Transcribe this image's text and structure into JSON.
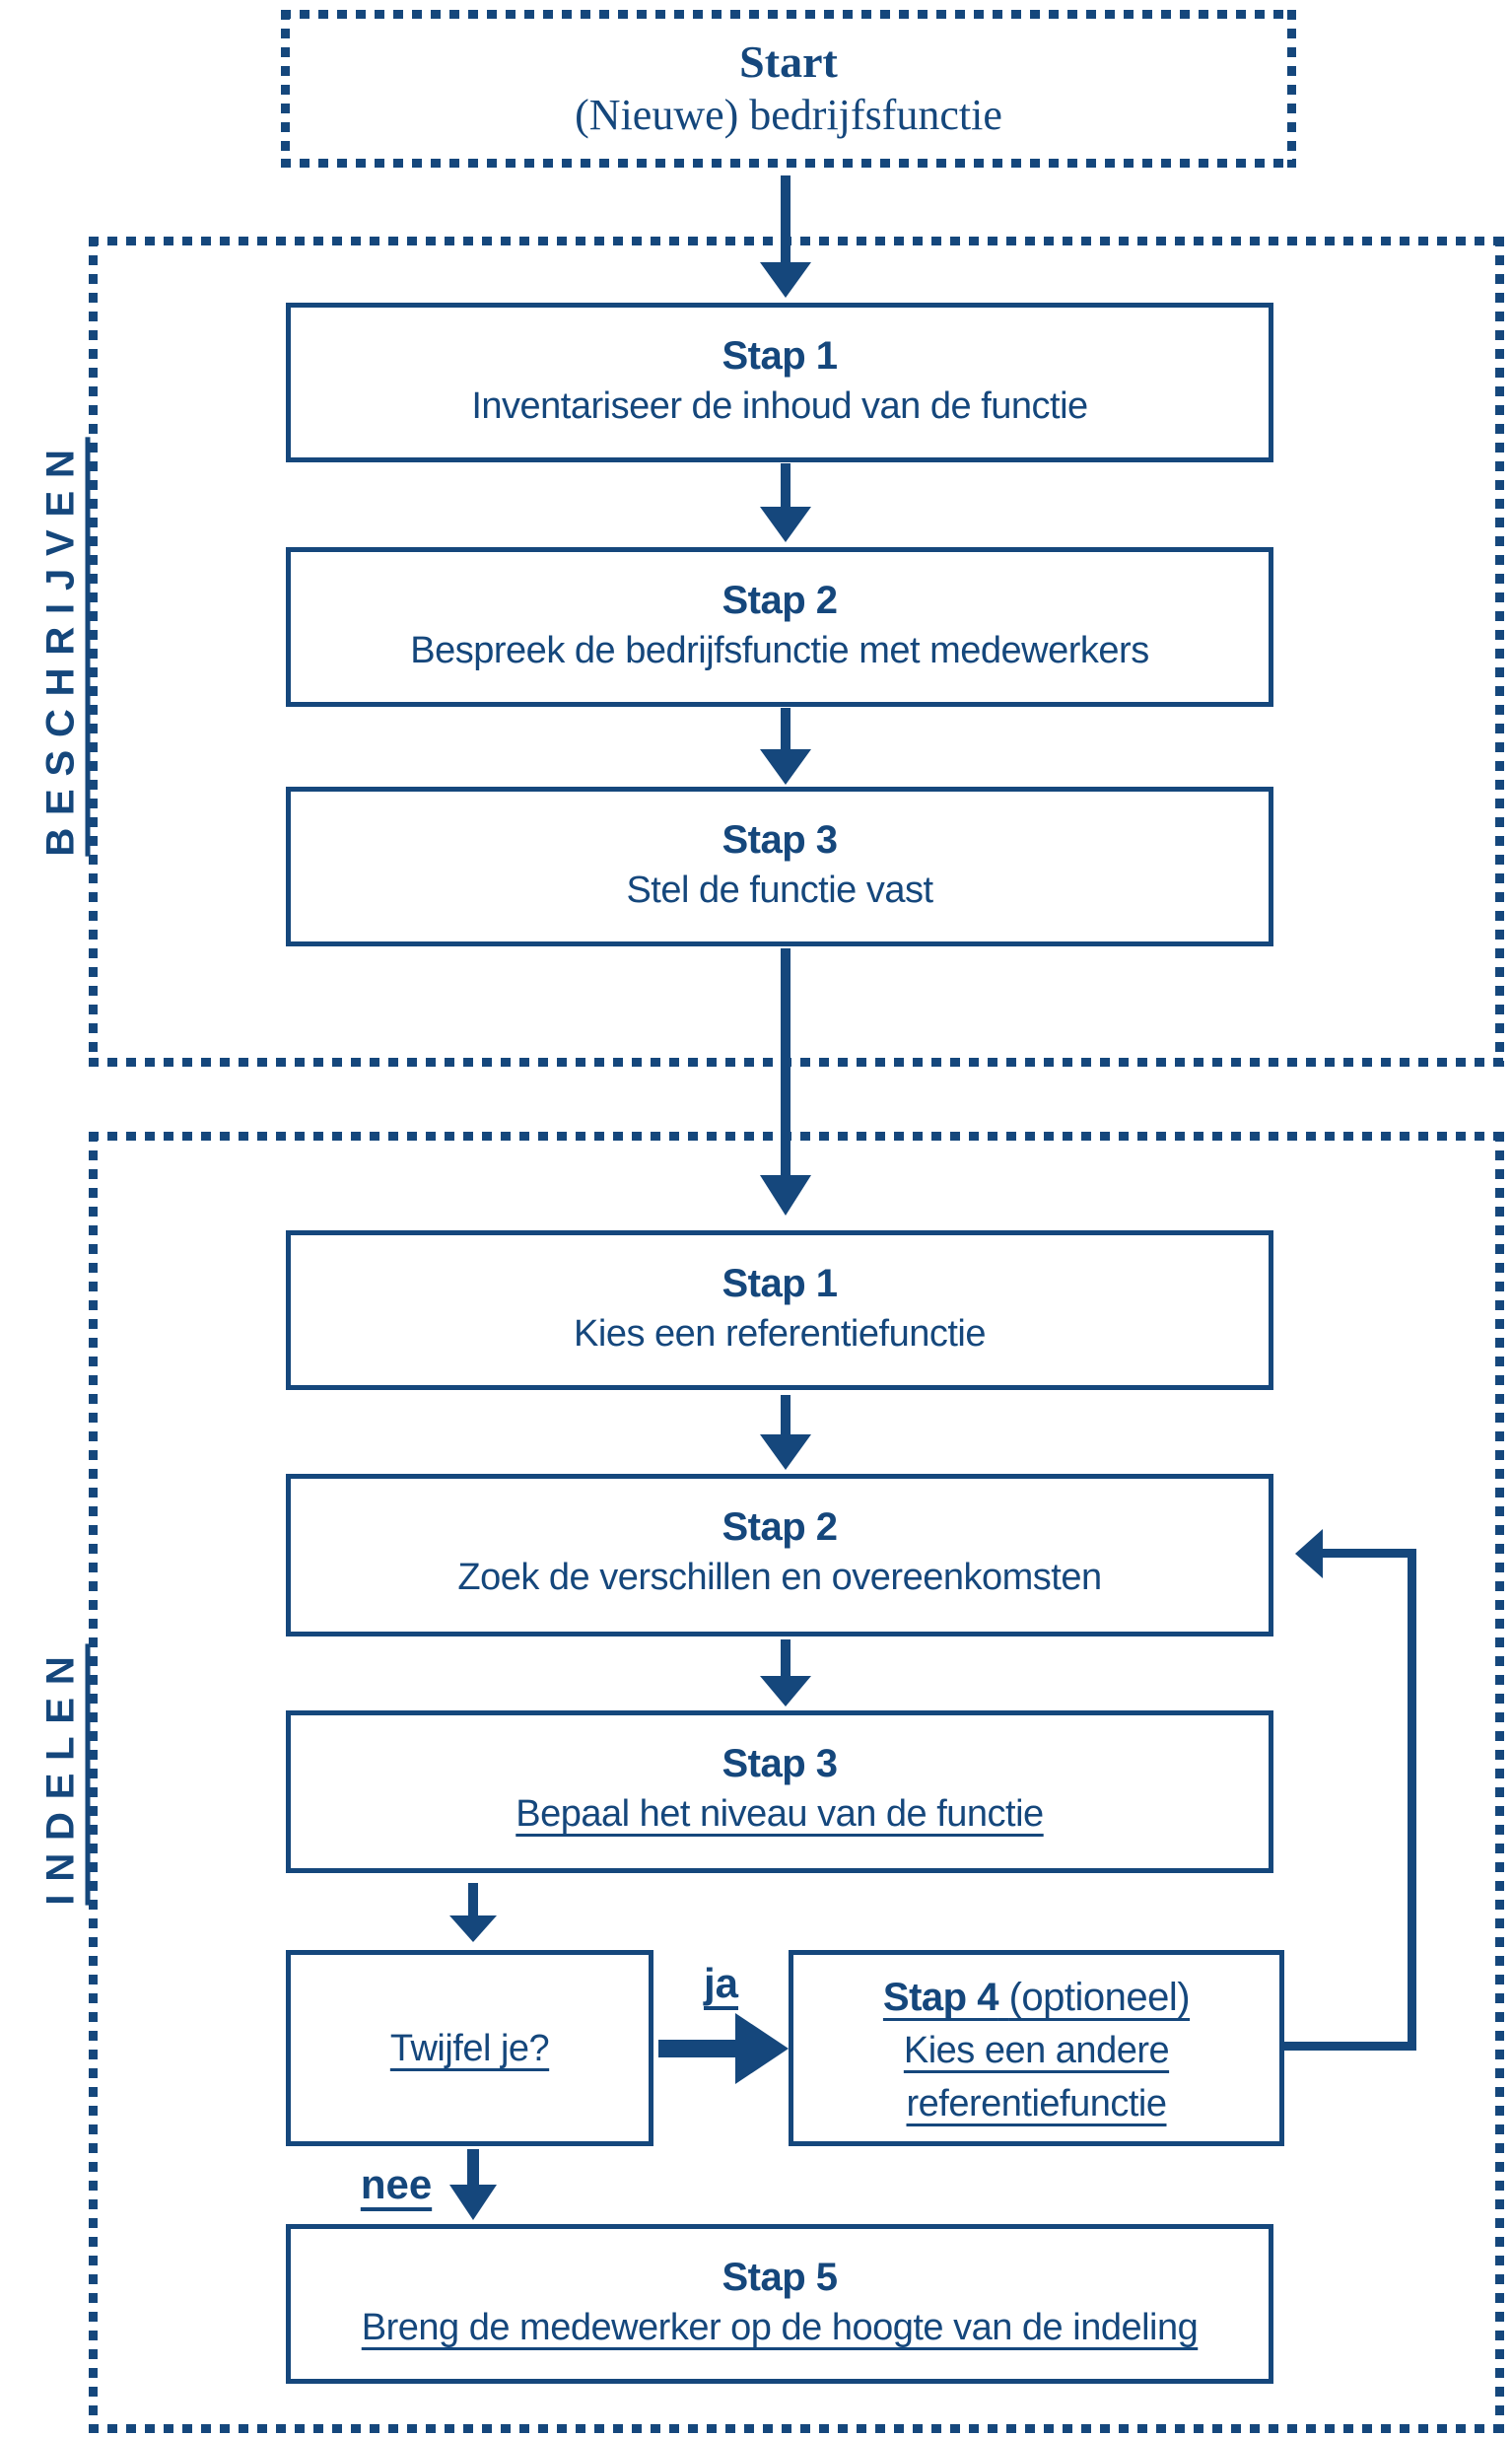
{
  "colors": {
    "navy": "#15477C"
  },
  "start_box": {
    "title": "Start",
    "subtitle": "(Nieuwe) bedrijfsfunctie"
  },
  "beschrijven": {
    "label": "BESCHRIJVEN",
    "step1": {
      "title": "Stap 1",
      "subtitle": "Inventariseer de inhoud van de functie"
    },
    "step2": {
      "title": "Stap 2",
      "subtitle": "Bespreek de bedrijfsfunctie met medewerkers"
    },
    "step3": {
      "title": "Stap 3",
      "subtitle": "Stel de functie vast"
    }
  },
  "indelen": {
    "label": "INDELEN",
    "step1": {
      "title": "Stap 1",
      "subtitle": "Kies een referentiefunctie"
    },
    "step2": {
      "title": "Stap 2",
      "subtitle": "Zoek de verschillen en overeenkomsten"
    },
    "step3": {
      "title": "Stap 3",
      "subtitle": "Bepaal het niveau van de functie"
    },
    "decision": {
      "label": "Twijfel je?"
    },
    "yes_label": "ja",
    "no_label": "nee",
    "step4": {
      "title": "Stap 4",
      "suffix": "(optioneel)",
      "line2": "Kies een andere",
      "line3": "referentiefunctie"
    },
    "step5": {
      "title": "Stap 5",
      "subtitle": "Breng de medewerker op de hoogte van de indeling"
    }
  }
}
